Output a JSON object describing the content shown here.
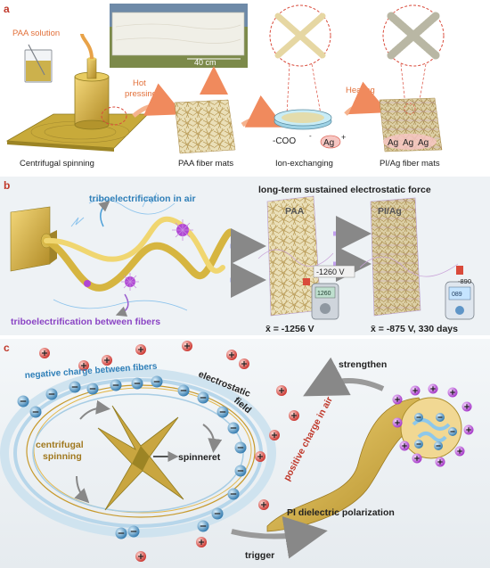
{
  "panel_a": {
    "label": "a",
    "paa_solution": "PAA solution",
    "scale": "40 cm",
    "hot_pressing_1": "Hot",
    "hot_pressing_2": "pressing",
    "heating": "Heating",
    "coo": "-COO",
    "minus": "-",
    "ag_plus": "Ag",
    "plus": "+",
    "ag_labels": [
      "Ag",
      "Ag",
      "Ag"
    ],
    "captions": {
      "centrifugal": "Centrifugal spinning",
      "paa_mats": "PAA fiber mats",
      "ion": "Ion-exchanging",
      "pi_mats": "PI/Ag fiber mats"
    }
  },
  "panel_b": {
    "label": "b",
    "title": "long-term sustained electrostatic force",
    "tribo_air": "triboelectrification in air",
    "tribo_fibers": "triboelectrification between fibers",
    "mat_paa": "PAA",
    "mat_piag": "PI/Ag",
    "meter_paa": "-1260 V",
    "meter_paa_screen": "1260",
    "meter_piag": "-890",
    "meter_piag_screen": "089",
    "result_paa": "x̄ = -1256 V",
    "result_piag": "x̄ = -875 V, 330 days"
  },
  "panel_c": {
    "label": "c",
    "neg_between": "negative charge between fibers",
    "electrostatic_1": "electrostatic",
    "electrostatic_2": "field",
    "strengthen": "strengthen",
    "positive_air": "positive charge in air",
    "centrifugal_1": "centrifugal",
    "centrifugal_2": "spinning",
    "spinneret": "spinneret",
    "polarization": "PI dielectric polarization",
    "trigger": "trigger"
  },
  "colors": {
    "label_red": "#c0392b",
    "blue_text": "#2f7fb8",
    "purple_text": "#8a44c4",
    "orange": "#e2703a",
    "gold": "#c8a84a",
    "neg_blue": "#3a8fc6",
    "pos_red": "#d9443a",
    "pos_purple": "#b046d4"
  }
}
